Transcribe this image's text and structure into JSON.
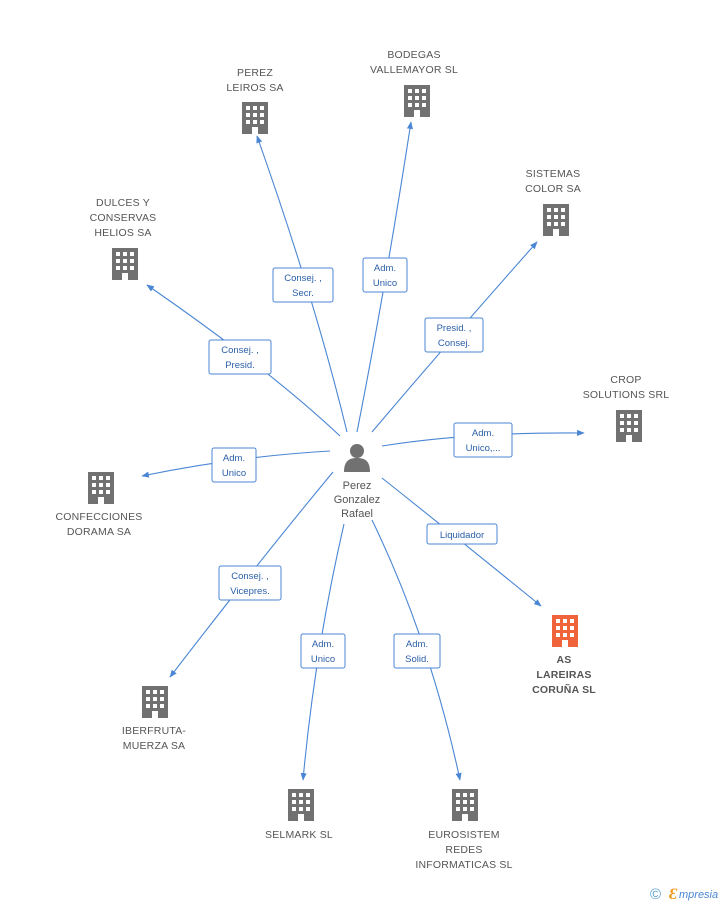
{
  "diagram": {
    "center_person": {
      "name_lines": [
        "Perez",
        "Gonzalez",
        "Rafael"
      ],
      "icon": "person-icon"
    },
    "companies": [
      {
        "id": "perez-leiros",
        "lines": [
          "PEREZ",
          "LEIROS SA"
        ],
        "role": [
          "Consej. ,",
          "Secr."
        ],
        "icon": "building-icon"
      },
      {
        "id": "bodegas-vallemayor",
        "lines": [
          "BODEGAS",
          "VALLEMAYOR SL"
        ],
        "role": [
          "Adm.",
          "Unico"
        ],
        "icon": "building-icon"
      },
      {
        "id": "sistemas-color",
        "lines": [
          "SISTEMAS",
          "COLOR SA"
        ],
        "role": [
          "Presid. ,",
          "Consej."
        ],
        "icon": "building-icon"
      },
      {
        "id": "dulces-conservas",
        "lines": [
          "DULCES Y",
          "CONSERVAS",
          "HELIOS SA"
        ],
        "role": [
          "Consej. ,",
          "Presid."
        ],
        "icon": "building-icon"
      },
      {
        "id": "crop-solutions",
        "lines": [
          "CROP",
          "SOLUTIONS SRL"
        ],
        "role": [
          "Adm.",
          "Unico,..."
        ],
        "icon": "building-icon"
      },
      {
        "id": "confecciones-dorama",
        "lines": [
          "CONFECCIONES",
          "DORAMA SA"
        ],
        "role": [
          "Adm.",
          "Unico"
        ],
        "icon": "building-icon"
      },
      {
        "id": "as-lareiras",
        "lines": [
          "AS",
          "LAREIRAS",
          "CORUÑA SL"
        ],
        "role": [
          "Liquidador"
        ],
        "icon": "building-icon",
        "highlight": true
      },
      {
        "id": "iberfruta-muerza",
        "lines": [
          "IBERFRUTA-",
          "MUERZA SA"
        ],
        "role": [
          "Consej. ,",
          "Vicepres."
        ],
        "icon": "building-icon"
      },
      {
        "id": "selmark",
        "lines": [
          "SELMARK SL"
        ],
        "role": [
          "Adm.",
          "Unico"
        ],
        "icon": "building-icon"
      },
      {
        "id": "eurosistem",
        "lines": [
          "EUROSISTEM",
          "REDES",
          "INFORMATICAS SL"
        ],
        "role": [
          "Adm.",
          "Solid."
        ],
        "icon": "building-icon"
      }
    ],
    "colors": {
      "edge": "#4a86d4",
      "building": "#717171",
      "building_highlight": "#f0643c",
      "text": "#555555"
    }
  },
  "watermark": {
    "copyright": "©",
    "brand_initial": "Ɛ",
    "brand_rest": "mpresia"
  }
}
